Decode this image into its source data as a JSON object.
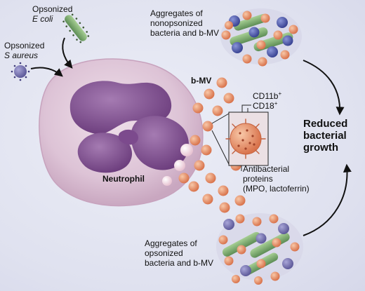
{
  "labels": {
    "opsonized_ecoli": {
      "line1": "Opsonized",
      "line2": "E coli"
    },
    "opsonized_saureus": {
      "line1": "Opsonized",
      "line2": "S aureus"
    },
    "aggregates_nonopsonized": {
      "line1": "Aggregates of",
      "line2": "nonopsonized",
      "line3": "bacteria and b-MV"
    },
    "bmv": "b-MV",
    "cd11b": {
      "text": "CD11b",
      "sup": "+"
    },
    "cd18": {
      "text": "CD18",
      "sup": "+"
    },
    "reduced_growth": {
      "line1": "Reduced",
      "line2": "bacterial",
      "line3": "growth"
    },
    "neutrophil": "Neutrophil",
    "antibacterial": {
      "line1": "Antibacterial",
      "line2": "proteins",
      "line3": "(MPO, lactoferrin)"
    },
    "aggregates_opsonized": {
      "line1": "Aggregates of",
      "line2": "opsonized",
      "line3": "bacteria and b-MV"
    }
  },
  "colors": {
    "background": "#e2e4f0",
    "neutrophil_cell": "#ddc3d6",
    "nucleus": "#7a4a88",
    "vesicle": "#e8946e",
    "bacteria_green": "#6e9f64",
    "bacteria_blue": "#4d58a8",
    "arrow": "#111111"
  }
}
